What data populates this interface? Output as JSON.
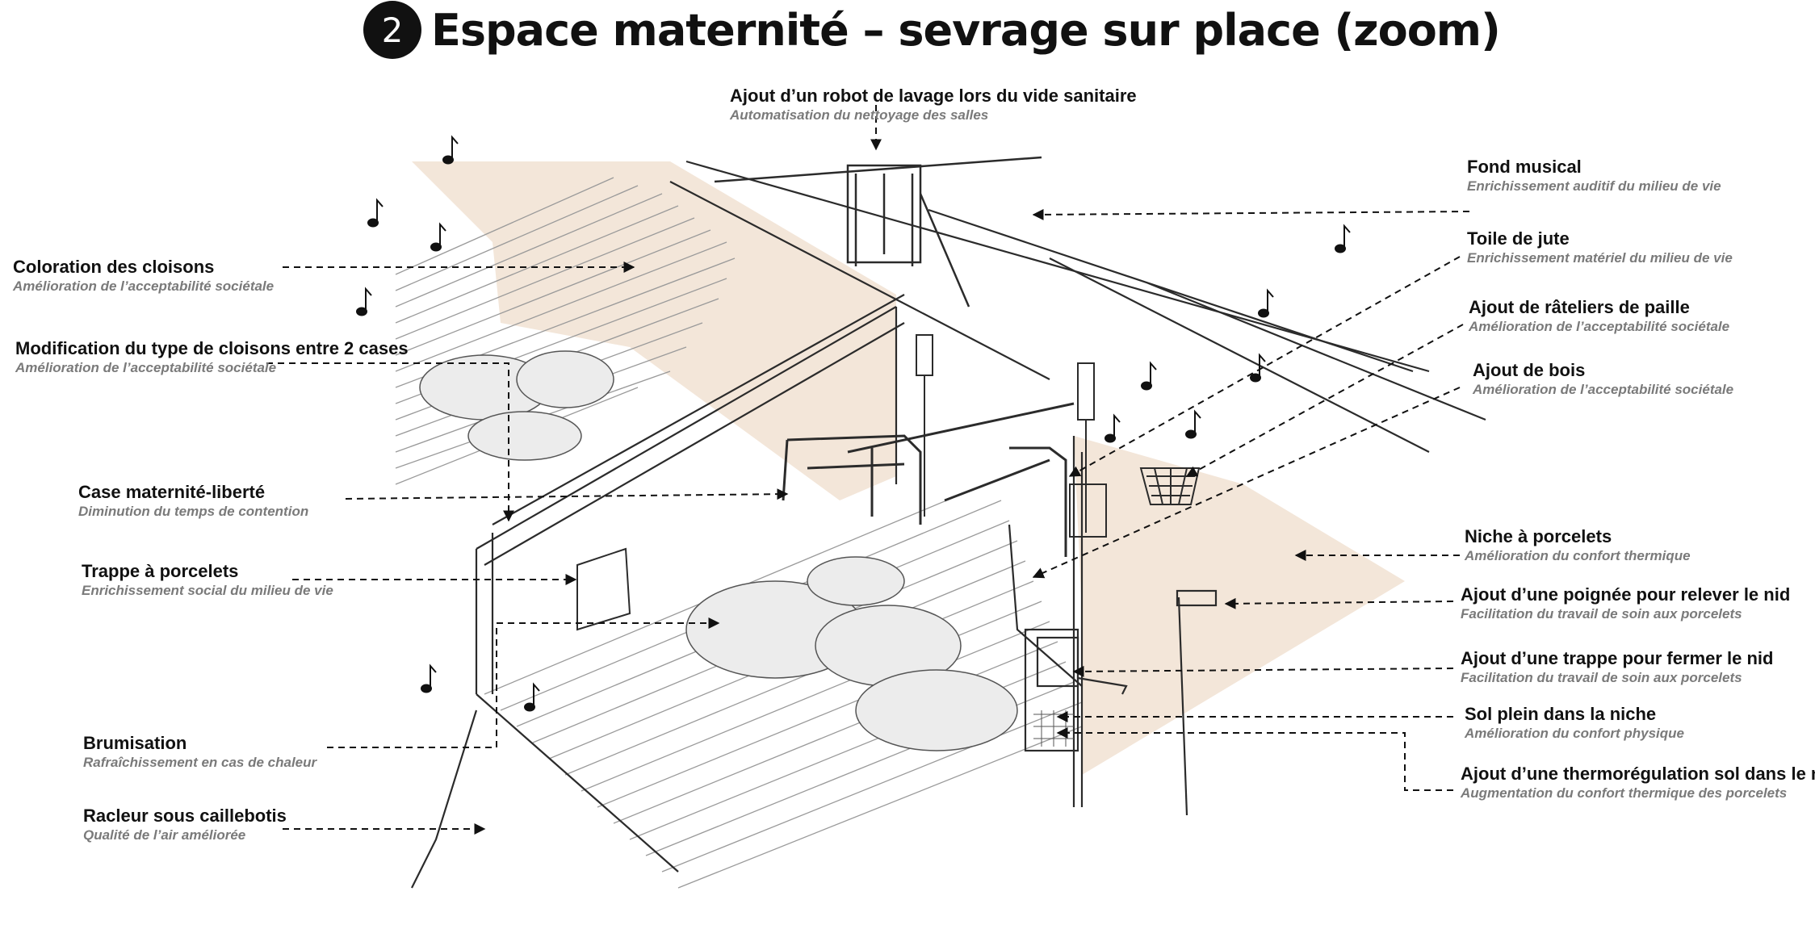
{
  "title": {
    "badge": "2",
    "text": "Espace maternité – sevrage sur place (zoom)"
  },
  "colors": {
    "wall_fill": "#f3e6d9",
    "line": "#2b2b2b",
    "subtitle": "#7a7a7a"
  },
  "annotations": {
    "robot": {
      "title": "Ajout d’un robot de lavage lors du vide sanitaire",
      "subtitle": "Automatisation du nettoyage des salles"
    },
    "coloration": {
      "title": "Coloration des cloisons",
      "subtitle": "Amélioration de l’acceptabilité sociétale"
    },
    "modification": {
      "title": "Modification du type de cloisons entre 2 cases",
      "subtitle": "Amélioration de l’acceptabilité sociétale"
    },
    "case": {
      "title": "Case maternité-liberté",
      "subtitle": "Diminution du temps de contention"
    },
    "trappe_porcelets": {
      "title": "Trappe à porcelets",
      "subtitle": "Enrichissement social du milieu de vie"
    },
    "brumisation": {
      "title": "Brumisation",
      "subtitle": "Rafraîchissement en cas de chaleur"
    },
    "racleur": {
      "title": "Racleur sous caillebotis",
      "subtitle": "Qualité de l’air améliorée"
    },
    "fond_musical": {
      "title": "Fond musical",
      "subtitle": "Enrichissement auditif du milieu de vie"
    },
    "toile": {
      "title": "Toile de jute",
      "subtitle": "Enrichissement matériel du milieu de vie"
    },
    "rateliers": {
      "title": "Ajout de râteliers de paille",
      "subtitle": "Amélioration de l’acceptabilité sociétale"
    },
    "bois": {
      "title": "Ajout de bois",
      "subtitle": "Amélioration de l’acceptabilité sociétale"
    },
    "niche": {
      "title": "Niche à porcelets",
      "subtitle": "Amélioration du confort thermique"
    },
    "poignee": {
      "title": "Ajout d’une poignée pour relever le nid",
      "subtitle": "Facilitation du travail de soin aux porcelets"
    },
    "trappe_nid": {
      "title": "Ajout d’une trappe pour fermer le nid",
      "subtitle": "Facilitation du travail de soin aux porcelets"
    },
    "sol": {
      "title": "Sol plein dans la niche",
      "subtitle": "Amélioration du confort physique"
    },
    "thermo": {
      "title": "Ajout d’une thermorégulation sol dans le nid",
      "subtitle": "Augmentation du confort thermique des porcelets"
    }
  },
  "icons": {
    "music": "music-note-icon"
  }
}
